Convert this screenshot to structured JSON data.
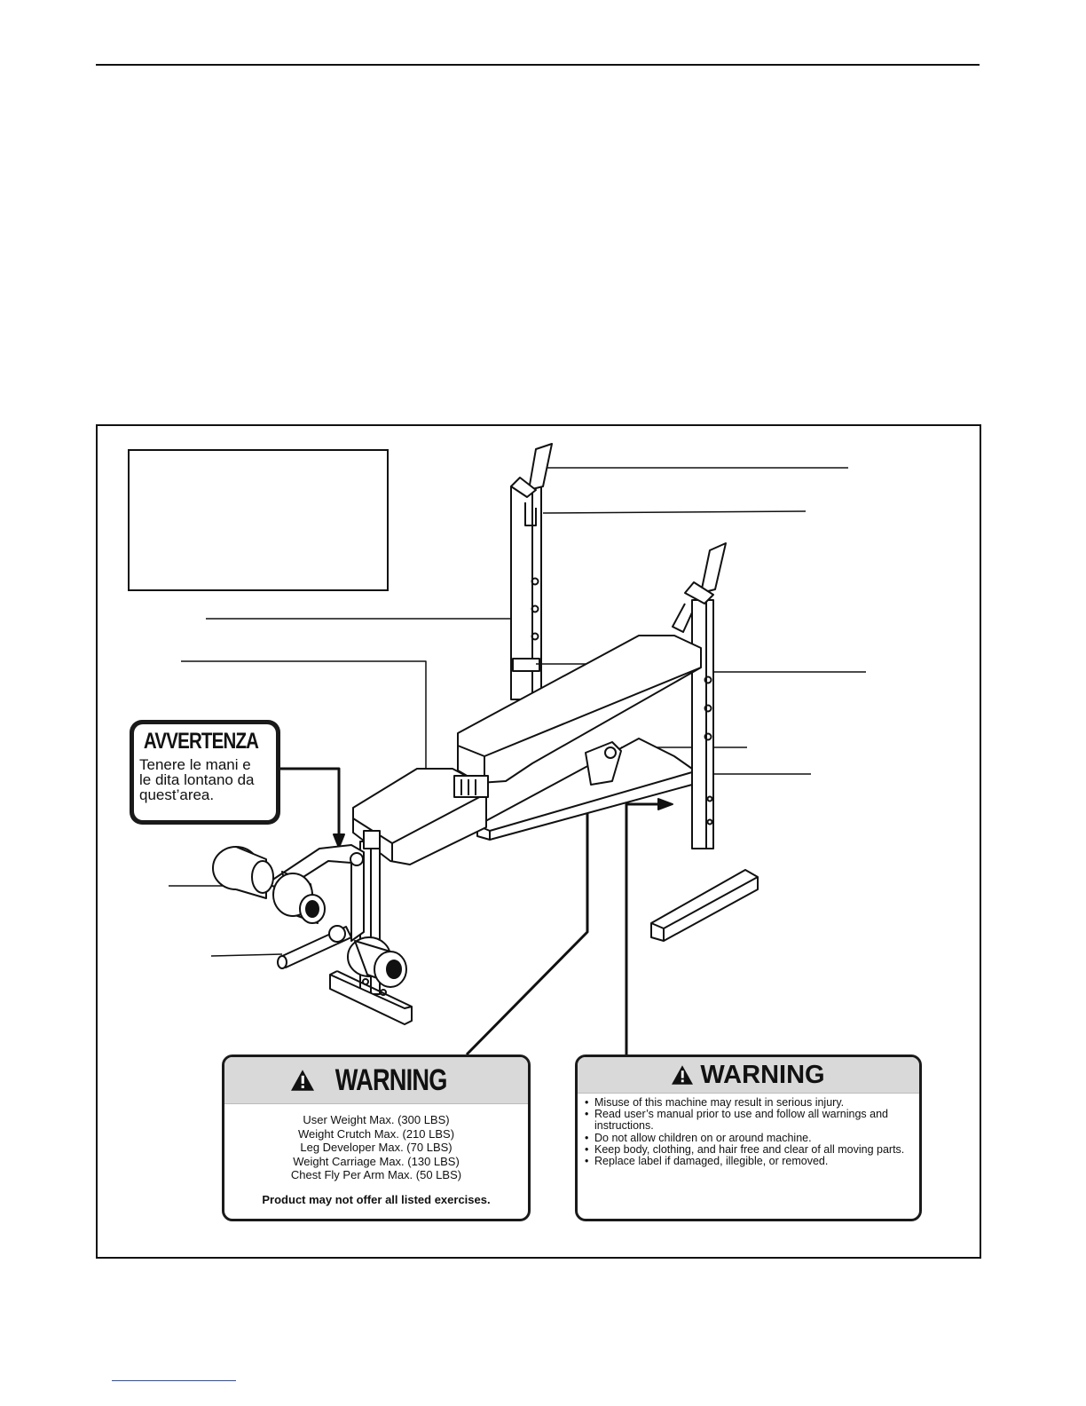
{
  "avvertenza_label": {
    "title": "AVVERTENZA",
    "lines": [
      "Tenere le mani e",
      "le dita lontano da",
      "quest’area."
    ]
  },
  "warning_limits": {
    "title": "WARNING",
    "lines": [
      "User Weight Max. (300 LBS)",
      "Weight Crutch Max. (210 LBS)",
      "Leg Developer Max. (70 LBS)",
      "Weight Carriage Max. (130 LBS)",
      "Chest Fly Per Arm Max. (50 LBS)"
    ],
    "footer": "Product may not offer all listed exercises."
  },
  "warning_general": {
    "title": "WARNING",
    "items": [
      "Misuse of this machine may result in serious injury.",
      "Read user’s manual prior to use and follow all warnings and instructions.",
      "Do not allow children on or around machine.",
      "Keep body, clothing, and hair free and clear of all moving parts.",
      "Replace label if damaged, illegible, or removed."
    ]
  },
  "colors": {
    "ink": "#111111",
    "label_header": "#d9d9d9",
    "footer_link": "#2a4db0"
  }
}
